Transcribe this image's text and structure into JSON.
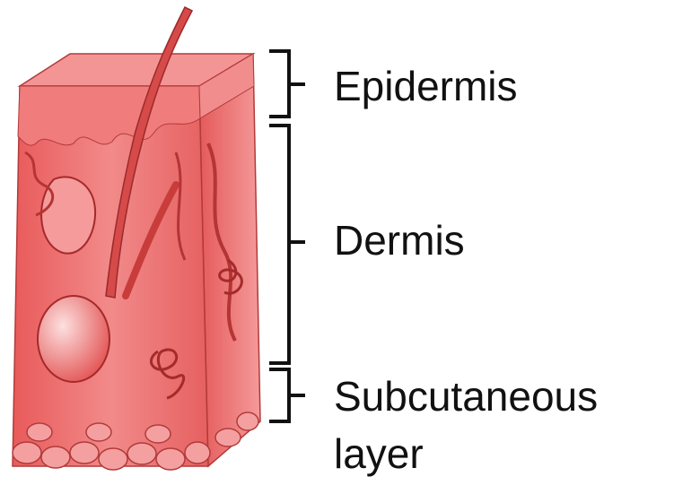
{
  "labels": {
    "epidermis": "Epidermis",
    "dermis": "Dermis",
    "subcutaneous_line1": "Subcutaneous",
    "subcutaneous_line2": "layer"
  },
  "colors": {
    "tissue_base": "#ee6b6b",
    "tissue_light": "#f7a8a8",
    "tissue_dark": "#c83c3c",
    "outline": "#a52a2a",
    "bracket": "#111111"
  }
}
